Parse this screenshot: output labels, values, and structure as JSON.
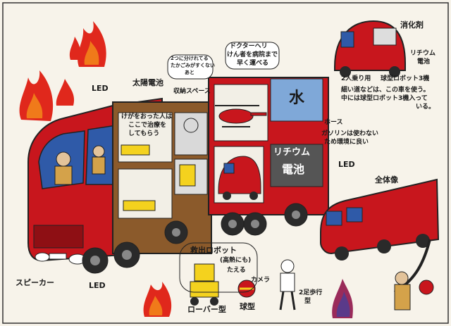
{
  "labels": {
    "led_left": "LED",
    "solar": "太陽電池",
    "room_text_1": "けがをおった人は",
    "room_text_2": "ここで治療を",
    "room_text_3": "してもらう",
    "waste_box_1": "2つに分けれてる",
    "waste_box_2": "たかごみがすくない",
    "waste_box_3": "あと",
    "storage": "収納スペース",
    "doctor_heli_title": "ドクターヘリ",
    "doctor_heli_1": "けん者を病院まで",
    "doctor_heli_2": "早く運べる",
    "water": "水",
    "extinguisher": "消化剤",
    "lithium_small_1": "リチウム",
    "lithium_small_2": "電池",
    "two_seat": "2人乗り用",
    "ball_robot_3": "球型ロボット3機",
    "narrow_1": "細い道などは、この車を使う。",
    "narrow_2": "中には球型ロボット3機入って",
    "narrow_3": "いる。",
    "hose": "ホース",
    "gasoline_1": "ガソリンは使わない",
    "gasoline_2": "ため環境に良い",
    "lithium_big_1": "リチウム",
    "lithium_big_2": "電池",
    "led_right": "LED",
    "full_view": "全体像",
    "rescue_robot": "救出ロボット",
    "heat_resist_1": "(高熱にも)",
    "heat_resist_2": "たえる",
    "camera": "カメラ",
    "biped_1": "2足歩行",
    "biped_2": "型",
    "speaker": "スピーカー",
    "led_bottom": "LED",
    "rover": "ローバー型",
    "ball_type": "球型"
  },
  "colors": {
    "truck_red": "#c8161d",
    "dark_red": "#8e0f14",
    "window_blue": "#2f5aa8",
    "tank_blue": "#7fa8d8",
    "flame_orange": "#f07a1a",
    "flame_red": "#e0281c",
    "wheel_dark": "#2a2a2a",
    "yellow": "#f4d21e"
  }
}
